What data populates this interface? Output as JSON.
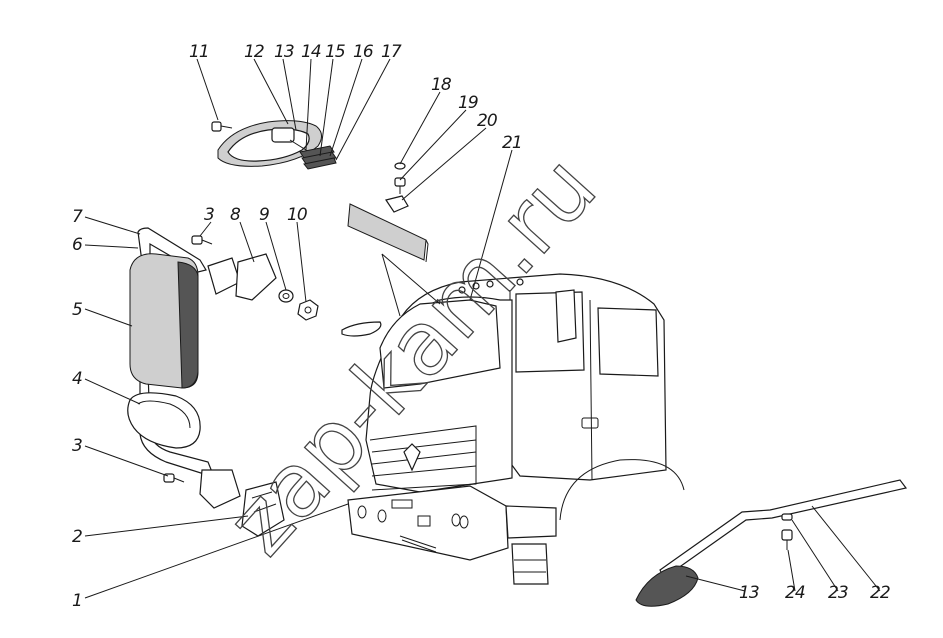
{
  "watermark": "zap-kam.ru",
  "callouts": [
    {
      "id": "c1",
      "label": "1"
    },
    {
      "id": "c2",
      "label": "2"
    },
    {
      "id": "c3a",
      "label": "3"
    },
    {
      "id": "c3b",
      "label": "3"
    },
    {
      "id": "c4",
      "label": "4"
    },
    {
      "id": "c5",
      "label": "5"
    },
    {
      "id": "c6",
      "label": "6"
    },
    {
      "id": "c7",
      "label": "7"
    },
    {
      "id": "c8",
      "label": "8"
    },
    {
      "id": "c9",
      "label": "9"
    },
    {
      "id": "c10",
      "label": "10"
    },
    {
      "id": "c11",
      "label": "11"
    },
    {
      "id": "c12",
      "label": "12"
    },
    {
      "id": "c13a",
      "label": "13"
    },
    {
      "id": "c13b",
      "label": "13"
    },
    {
      "id": "c14",
      "label": "14"
    },
    {
      "id": "c15",
      "label": "15"
    },
    {
      "id": "c16",
      "label": "16"
    },
    {
      "id": "c17",
      "label": "17"
    },
    {
      "id": "c18",
      "label": "18"
    },
    {
      "id": "c19",
      "label": "19"
    },
    {
      "id": "c20",
      "label": "20"
    },
    {
      "id": "c21",
      "label": "21"
    },
    {
      "id": "c22",
      "label": "22"
    },
    {
      "id": "c23",
      "label": "23"
    },
    {
      "id": "c24",
      "label": "24"
    }
  ]
}
